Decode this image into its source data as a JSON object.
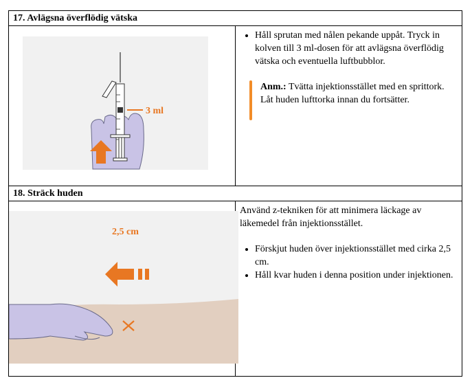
{
  "step17": {
    "title": "17. Avlägsna överflödig vätska",
    "dose_label": "3 ml",
    "bullets": [
      "Håll sprutan med nålen pekande uppåt. Tryck in kolven till 3 ml-dosen för att avlägsna överflödig vätska och eventuella luftbubblor."
    ],
    "note_label": "Anm.:",
    "note_text": " Tvätta injektionsstället med en sprittork. Låt huden lufttorka innan du fortsätter."
  },
  "step18": {
    "title": "18. Sträck huden",
    "distance_label": "2,5 cm",
    "intro": "Använd z-tekniken för att minimera läckage av läkemedel från injektionsstället.",
    "bullets": [
      "Förskjut huden över injektionsstället med cirka 2,5 cm.",
      "Håll kvar huden i denna position under injektionen."
    ]
  },
  "colors": {
    "orange": "#e87722",
    "hand": "#c9c3e6",
    "hand_outline": "#6a6a8a",
    "skin": "#e2cfc0",
    "panel": "#f1f1f1"
  }
}
